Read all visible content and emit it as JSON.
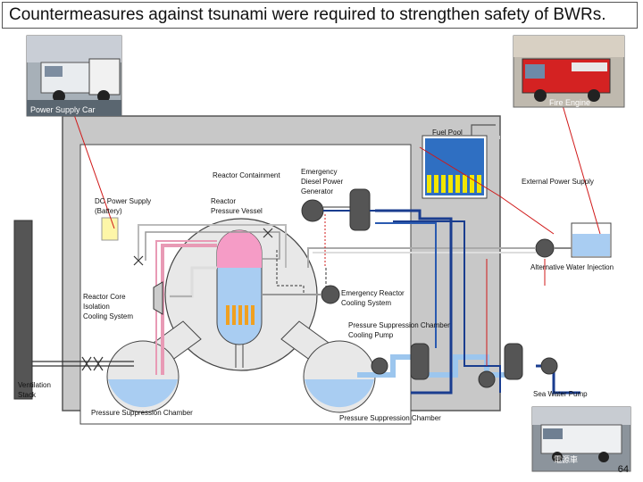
{
  "title": "Countermeasures against tsunami were required to strengthen safety of BWRs.",
  "photos": {
    "power_supply_car_caption": "Power Supply Car",
    "fire_engine_caption": "Fire Engine",
    "bottom_truck_caption": "電源車"
  },
  "labels": {
    "fuel_pool": "Fuel Pool",
    "reactor_containment": "Reactor Containment",
    "edg_line1": "Emergency",
    "edg_line2": "Diesel Power",
    "edg_line3": "Generator",
    "external_power_supply": "External Power Supply",
    "dc_line1": "DC Power Supply",
    "dc_line2": "(Battery)",
    "rpv_line1": "Reactor",
    "rpv_line2": "Pressure Vessel",
    "alternative_water_injection": "Alternative Water Injection",
    "rcic_line1": "Reactor Core",
    "rcic_line2": "Isolation",
    "rcic_line3": "Cooling System",
    "eccs_line1": "Emergency Reactor",
    "eccs_line2": "Cooling System",
    "pscp_line1": "Pressure Suppression Chamber",
    "pscp_line2": "Cooling Pump",
    "vent_line1": "Ventilation",
    "vent_line2": "Stack",
    "sea_water_pump": "Sea Water Pump",
    "psc_left": "Pressure Suppression Chamber",
    "psc_right": "Pressure Suppression Chamber"
  },
  "page_number": "64",
  "colors": {
    "building": "#c8c8c8",
    "building_border": "#555555",
    "containment": "#ffffff",
    "reactor_water": "#a9cdf2",
    "reactor_steam": "#f59cc6",
    "fuel_rods": "#f0a020",
    "fuel_pool_water": "#2f6fc2",
    "fuel_pool_rods": "#f2e600",
    "pipe_pink": "#e89ab5",
    "pipe_blue_dark": "#1a3d8f",
    "pipe_blue_light": "#9cc6ee",
    "red_line": "#d01818"
  }
}
